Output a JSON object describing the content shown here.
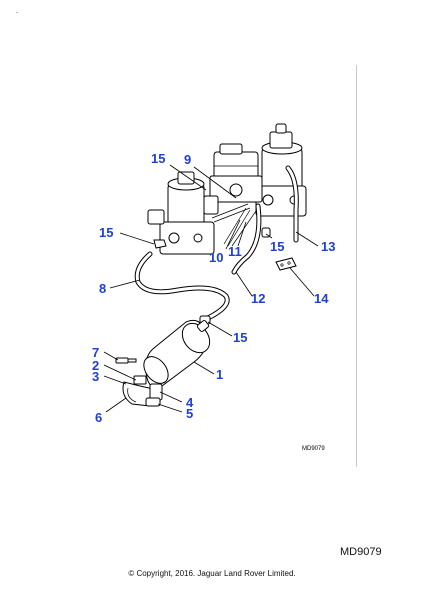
{
  "diagram": {
    "ref_small": "MD9079",
    "ref_code": "MD9079",
    "copyright": "© Copyright, 2016. Jaguar Land Rover Limited.",
    "callouts": {
      "c1": "1",
      "c2": "2",
      "c3": "3",
      "c4": "4",
      "c5": "5",
      "c6": "6",
      "c7": "7",
      "c8": "8",
      "c9": "9",
      "c10": "10",
      "c11": "11",
      "c12": "12",
      "c13": "13",
      "c14": "14",
      "c15a": "15",
      "c15b": "15",
      "c15c": "15",
      "c15d": "15"
    },
    "accent_color": "#1f3fd6"
  }
}
